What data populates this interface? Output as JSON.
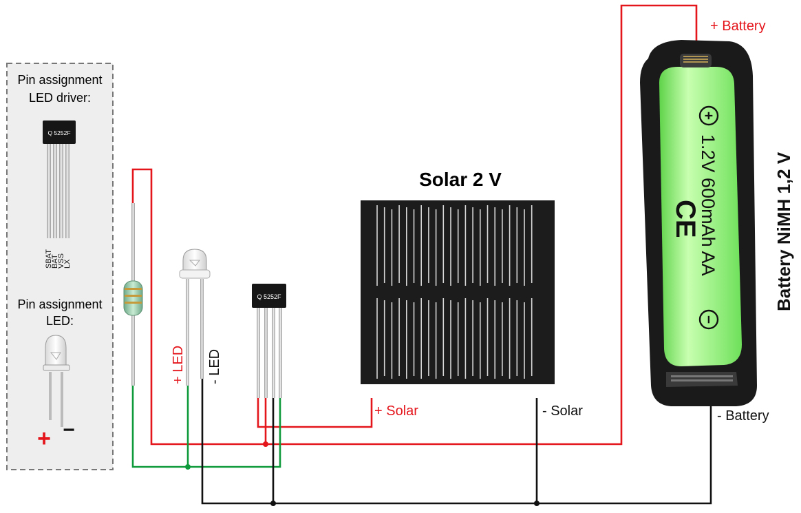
{
  "legend": {
    "driver_title_line1": "Pin assignment",
    "driver_title_line2": "LED driver:",
    "chip_label": "Q 5252F",
    "pins": [
      "SBAT",
      "BAT",
      "VSS",
      "LX"
    ],
    "led_title_line1": "Pin assignment",
    "led_title_line2": "LED:",
    "plus_sign": "+",
    "minus_sign": "−"
  },
  "solar": {
    "title": "Solar 2 V",
    "plus_label": "+ Solar",
    "minus_label": "- Solar"
  },
  "led": {
    "plus_label": "+ LED",
    "minus_label": "- LED"
  },
  "driver": {
    "chip_label": "Q 5252F"
  },
  "battery": {
    "title": "Battery NiMH 1,2 V",
    "plus_label": "+ Battery",
    "minus_label": "- Battery",
    "print_text": "1.2V 600mAh AA",
    "ce_mark": "CE",
    "plus_symbol": "+",
    "minus_symbol": "−"
  },
  "colors": {
    "positive_wire": "#e4161c",
    "led_wire": "#0e9a3b",
    "ground_wire": "#111111",
    "solar_panel": "#1c1c1c",
    "battery_cell": "#9df27c",
    "battery_holder": "#1a1a1a",
    "legend_box": "#eeeeee"
  }
}
